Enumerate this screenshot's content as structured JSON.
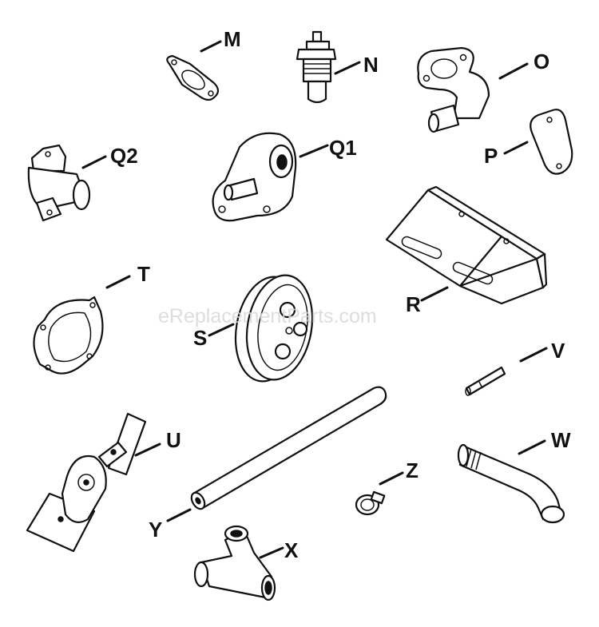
{
  "watermark": "eReplacementParts.com",
  "labels": {
    "M": "M",
    "N": "N",
    "O": "O",
    "P": "P",
    "Q1": "Q1",
    "Q2": "Q2",
    "R": "R",
    "S": "S",
    "T": "T",
    "U": "U",
    "V": "V",
    "W": "W",
    "X": "X",
    "Y": "Y",
    "Z": "Z"
  },
  "colors": {
    "ink": "#111111",
    "background": "#ffffff",
    "watermark": "#d8d8d8"
  }
}
